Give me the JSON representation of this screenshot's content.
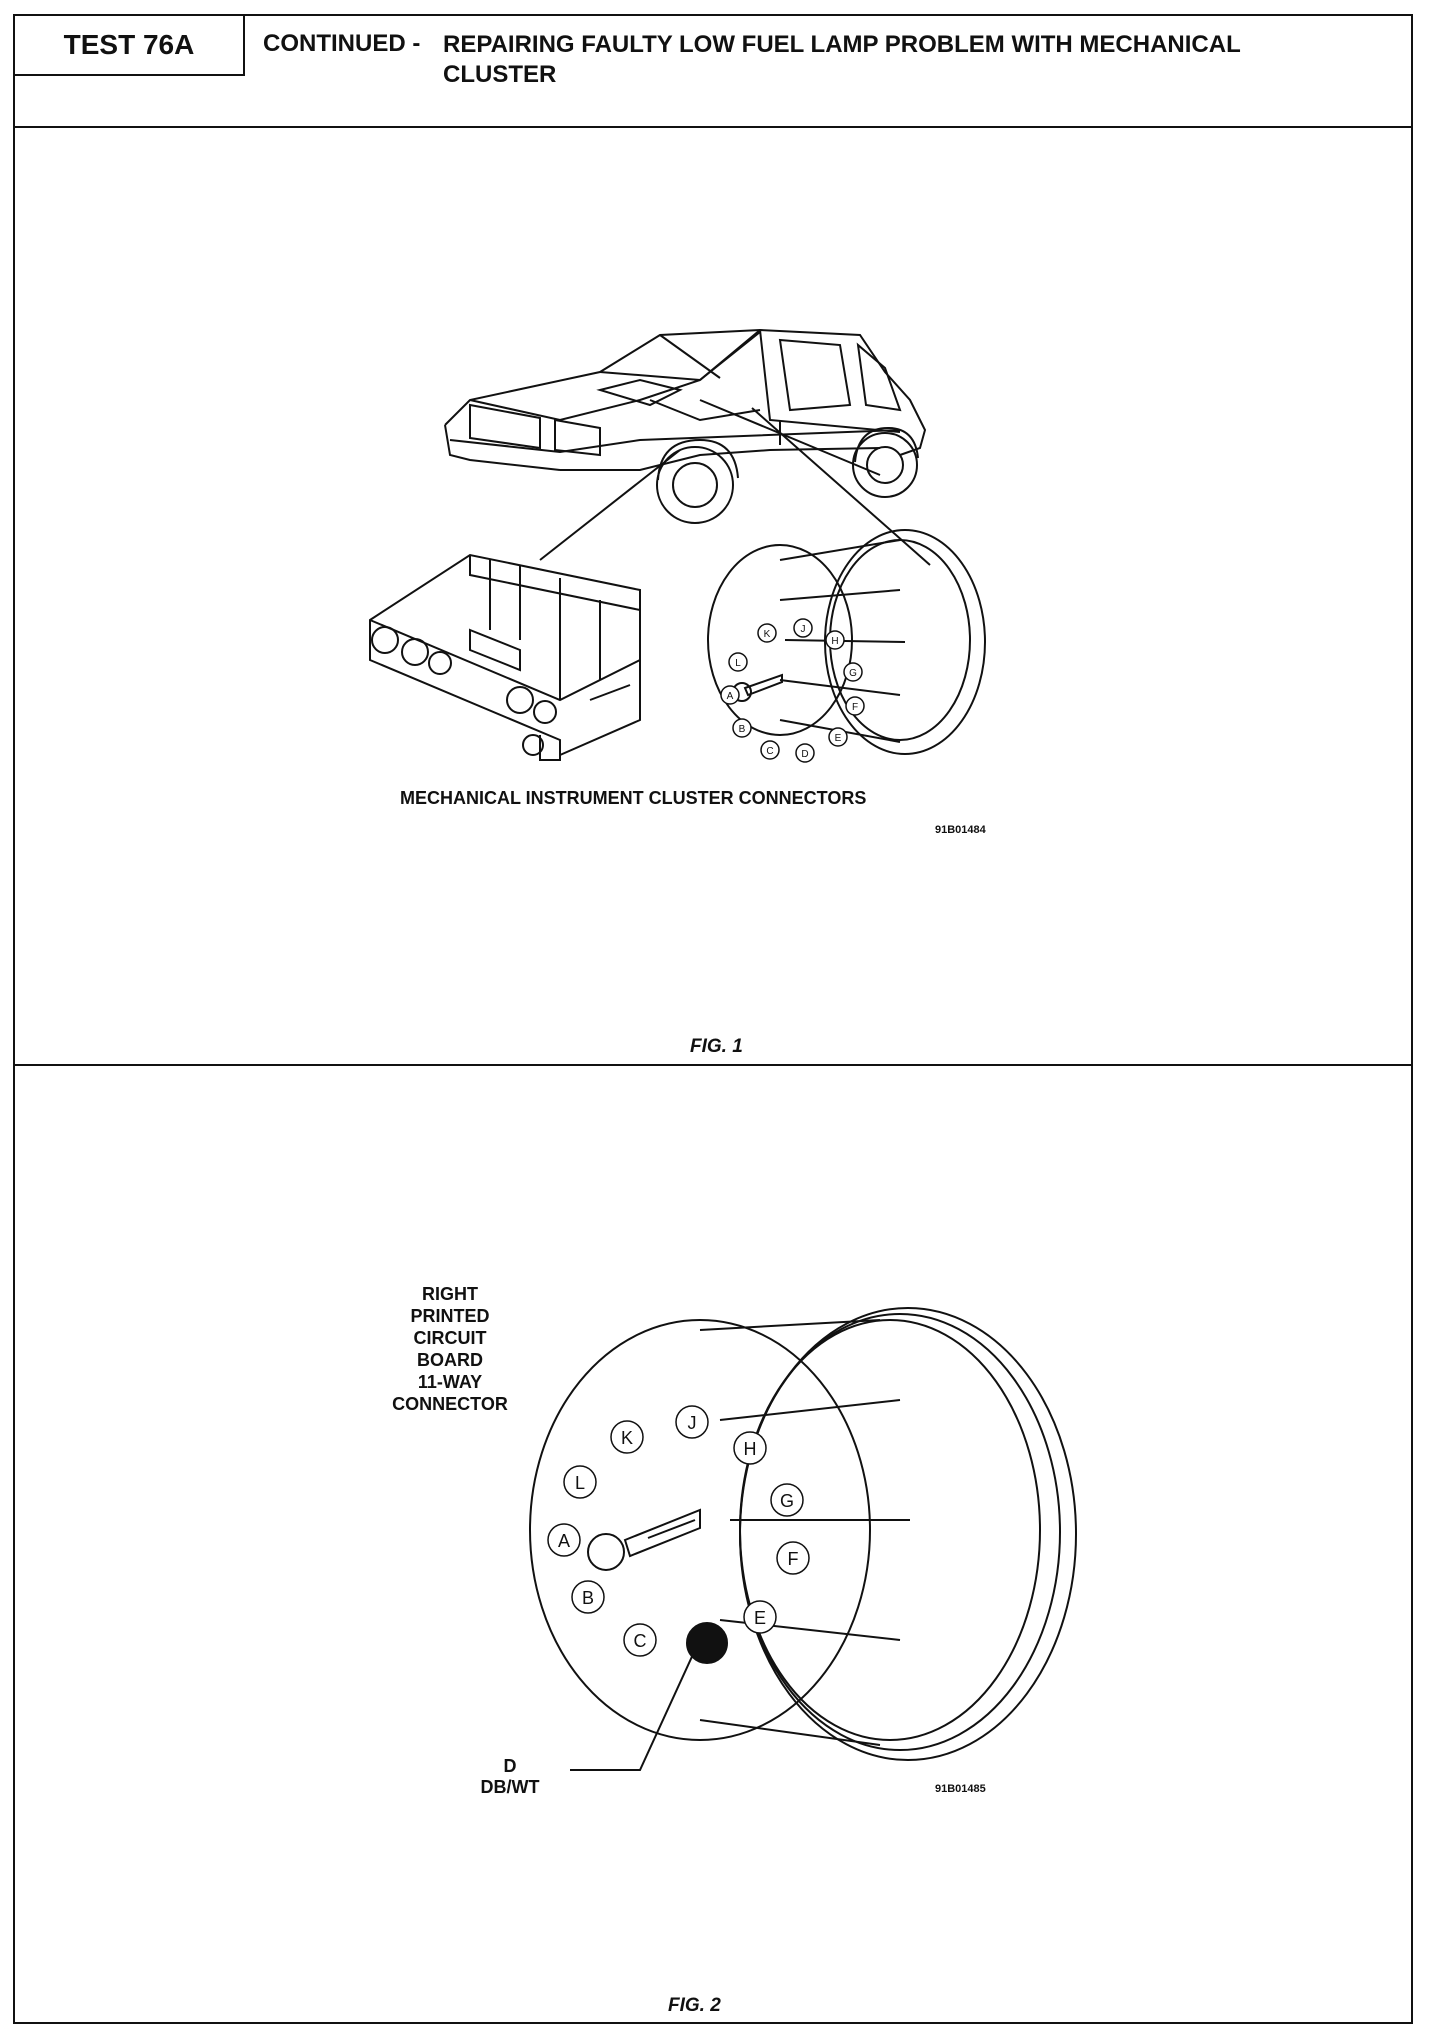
{
  "header": {
    "test_label": "TEST 76A",
    "lead": "CONTINUED -",
    "title": "REPAIRING FAULTY LOW FUEL LAMP PROBLEM WITH MECHANICAL CLUSTER"
  },
  "figure1": {
    "caption": "MECHANICAL INSTRUMENT CLUSTER CONNECTORS",
    "code": "91B01484",
    "label": "FIG. 1",
    "pins": [
      "K",
      "J",
      "H",
      "L",
      "G",
      "A",
      "F",
      "B",
      "E",
      "C",
      "D"
    ]
  },
  "figure2": {
    "connector_label": "RIGHT\nPRINTED\nCIRCUIT\nBOARD\n11-WAY\nCONNECTOR",
    "pin_label": "D",
    "wire_label": "DB/WT",
    "code": "91B01485",
    "label": "FIG. 2",
    "pins": [
      "K",
      "J",
      "H",
      "L",
      "G",
      "A",
      "F",
      "B",
      "E",
      "C"
    ]
  }
}
